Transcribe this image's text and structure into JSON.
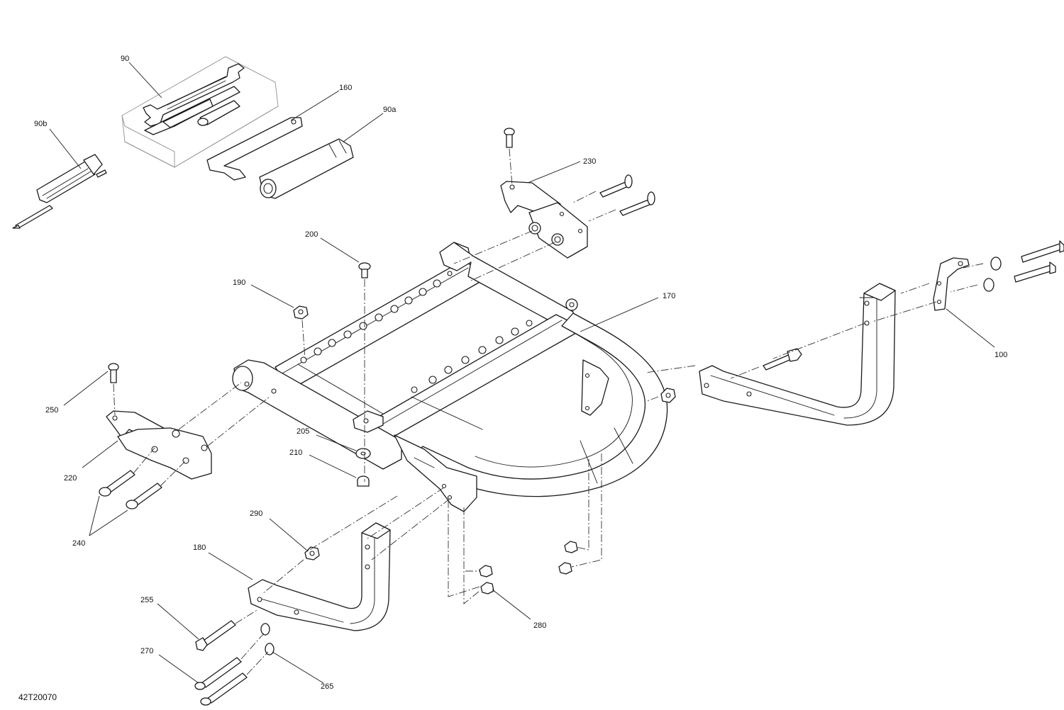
{
  "document_id": "42T20070",
  "callouts": {
    "c90": "90",
    "c90b": "90b",
    "c160": "160",
    "c90a": "90a",
    "c230": "230",
    "c200": "200",
    "c190": "190",
    "c170": "170",
    "c100": "100",
    "c250": "250",
    "c205": "205",
    "c210": "210",
    "c220": "220",
    "c240": "240",
    "c290": "290",
    "c180": "180",
    "c255": "255",
    "c270": "270",
    "c265": "265",
    "c280": "280"
  },
  "colors": {
    "line": "#1a1a1a",
    "background": "#ffffff",
    "ghost": "#9a9a9a"
  }
}
